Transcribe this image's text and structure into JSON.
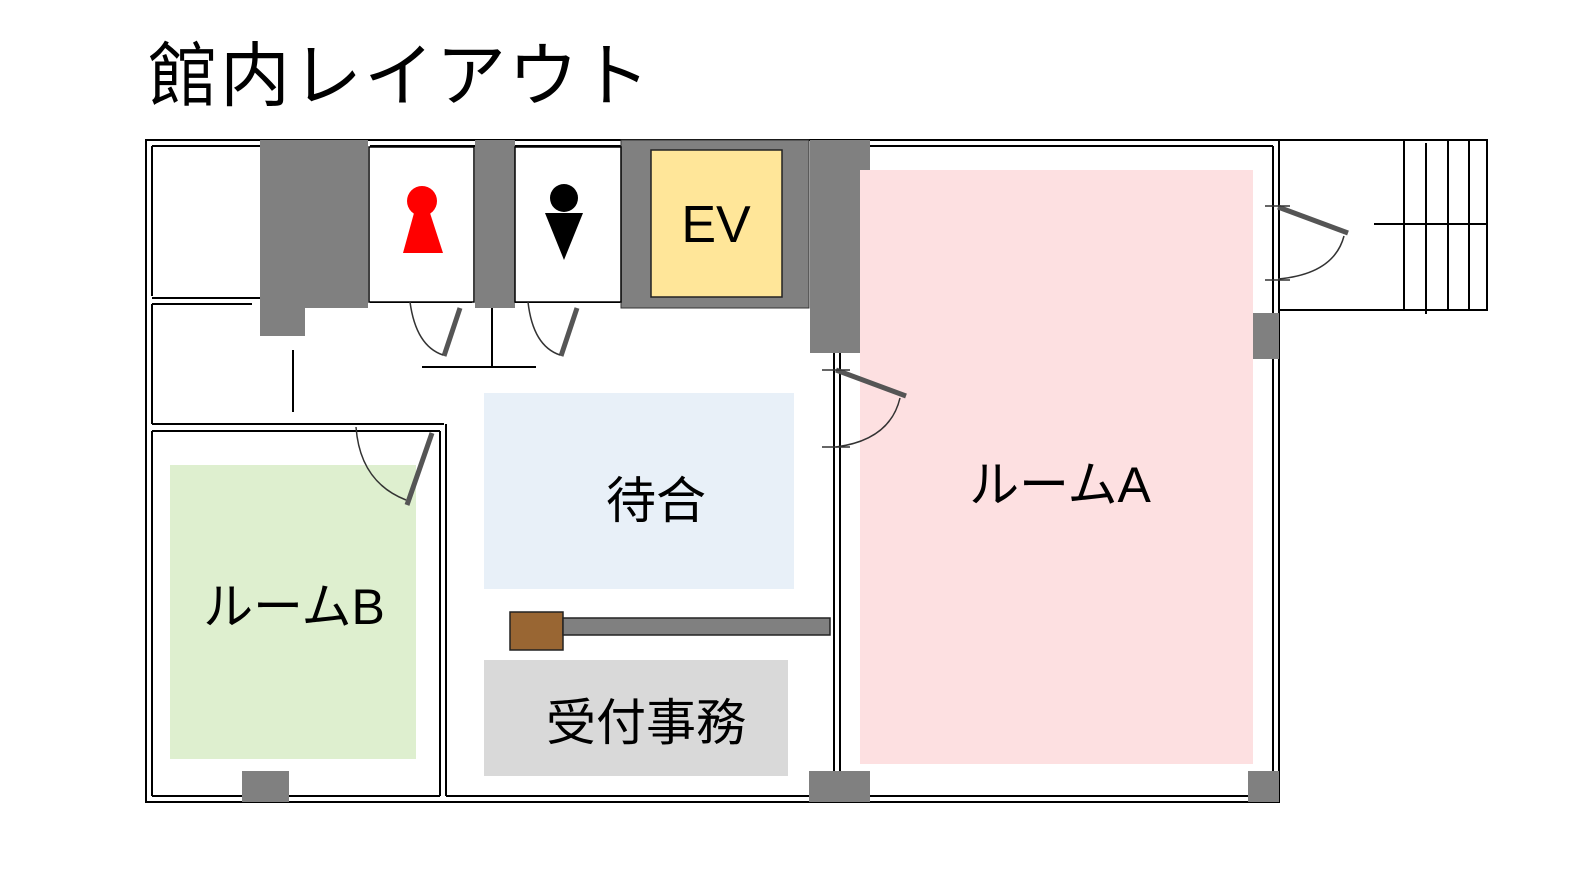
{
  "title": "館内レイアウト",
  "rooms": {
    "restroom_women": {
      "icon": "female-restroom-icon",
      "color": "#ff0000"
    },
    "restroom_men": {
      "icon": "male-restroom-icon",
      "color": "#000000"
    },
    "elevator": {
      "label": "EV",
      "color": "#ffe699"
    },
    "room_a": {
      "label": "ルームA",
      "color": "#fde0e1"
    },
    "room_b": {
      "label": "ルームB",
      "color": "#deefcf"
    },
    "waiting": {
      "label": "待合",
      "color": "#e8f0f8"
    },
    "reception": {
      "label": "受付事務",
      "color": "#d9d9d9"
    }
  },
  "colors": {
    "pillar": "#808080",
    "counter_block": "#996633",
    "wall": "#000000"
  }
}
